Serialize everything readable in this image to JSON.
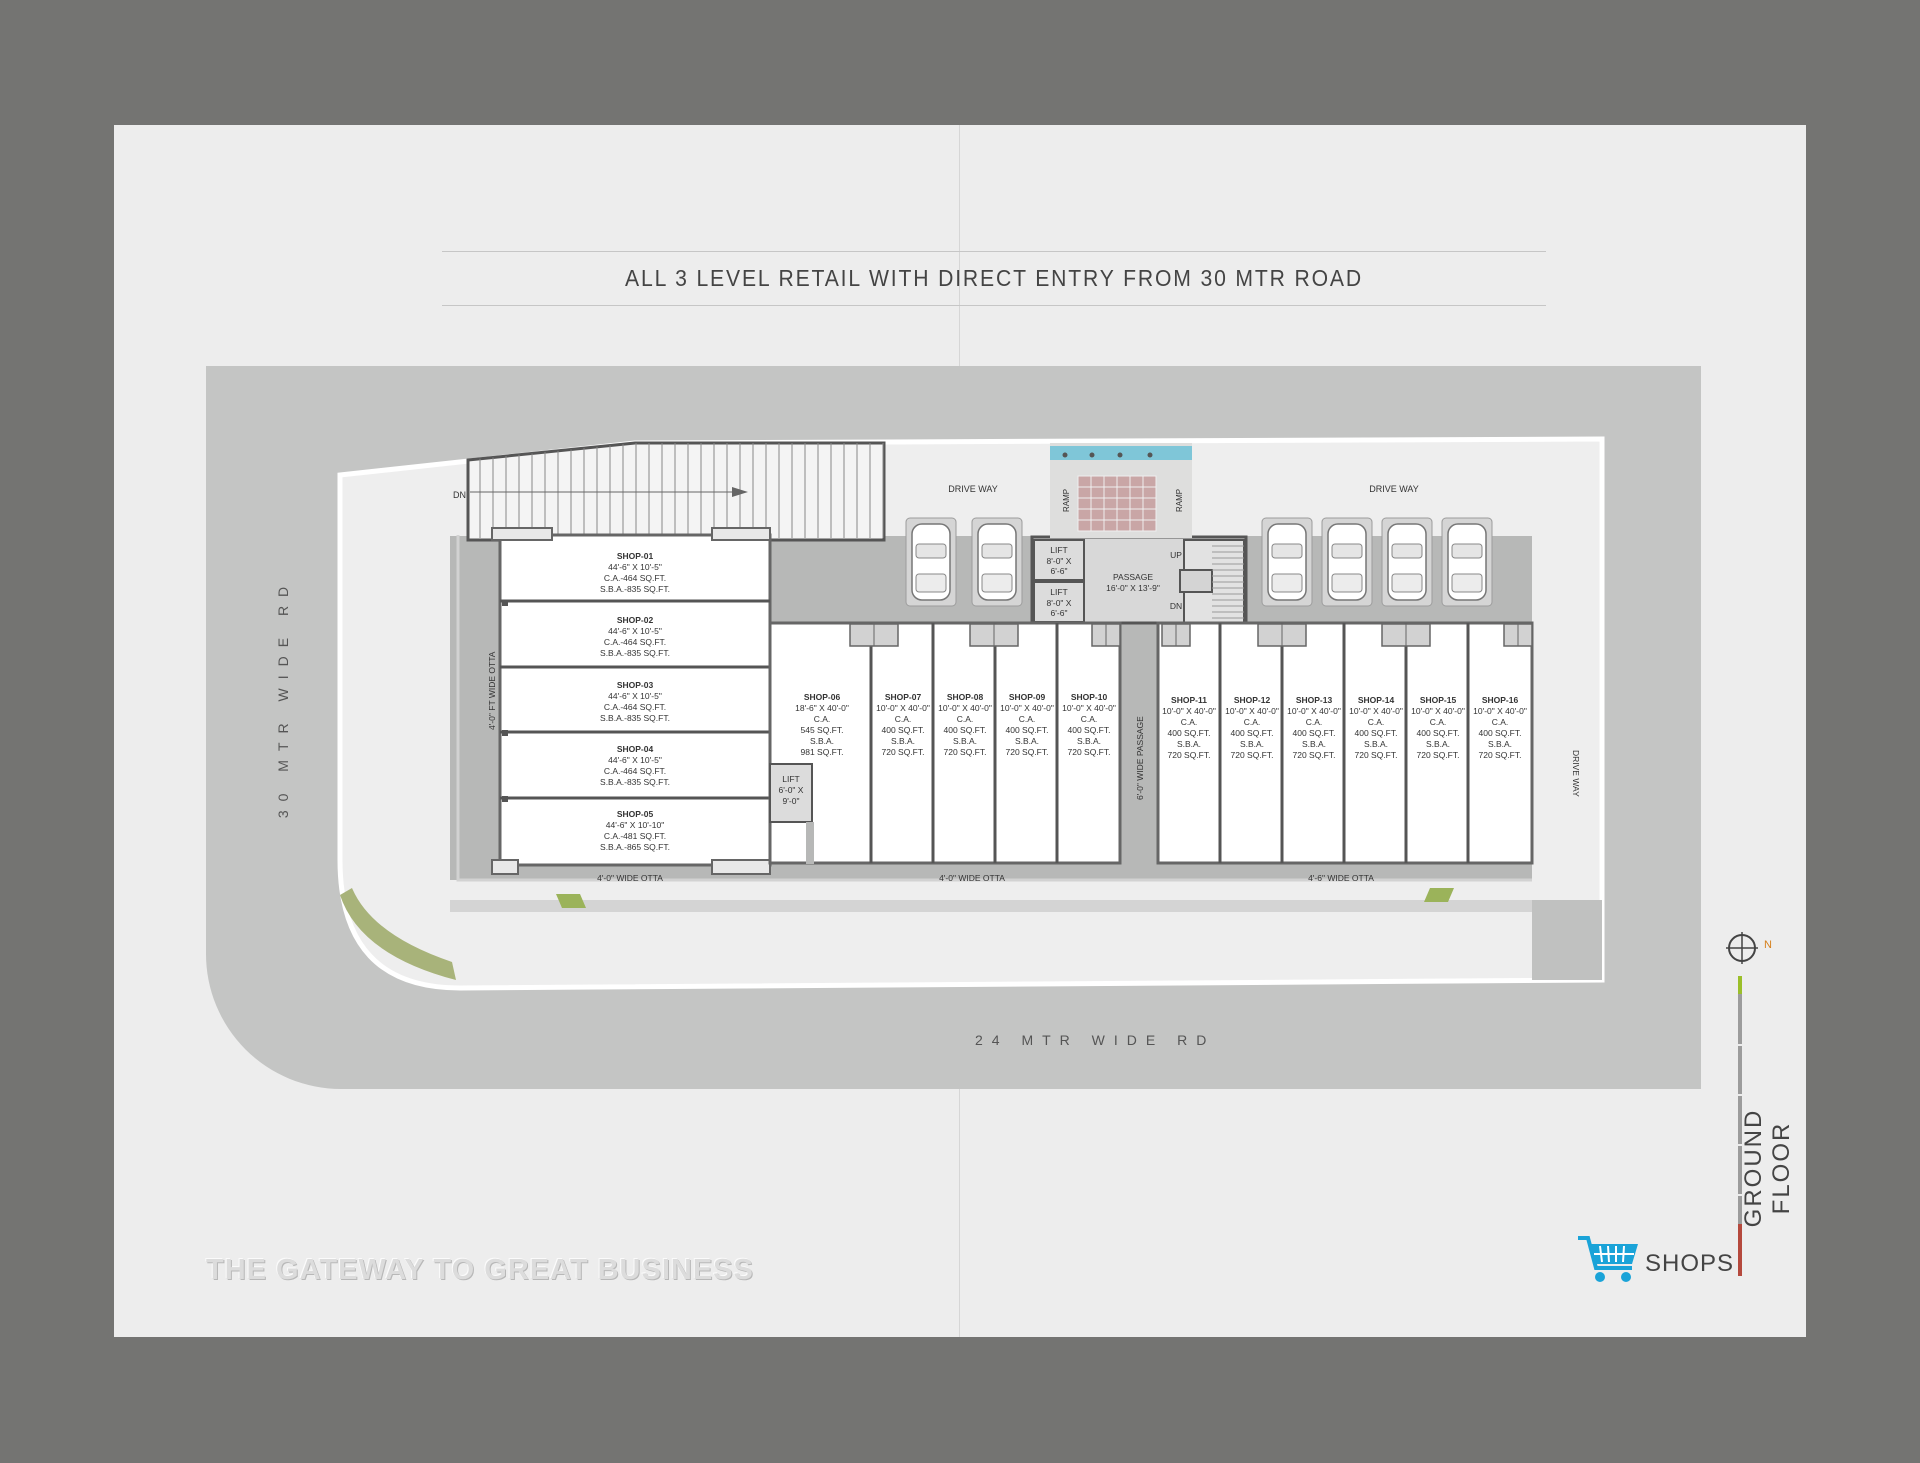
{
  "headline": "ALL 3 LEVEL RETAIL WITH DIRECT ENTRY FROM 30 MTR ROAD",
  "roads": {
    "left": "30 MTR WIDE RD",
    "bottom": "24 MTR WIDE RD"
  },
  "tagline": "THE GATEWAY TO GREAT BUSINESS",
  "legend": {
    "shops": "SHOPS",
    "floor": "GROUND FLOOR",
    "north": "N"
  },
  "labels": {
    "driveway": "DRIVE WAY",
    "ramp": "RAMP",
    "dn": "DN",
    "up": "UP",
    "otta_side": "4'-0\" FT WIDE OTTA",
    "otta": "4'-0\" WIDE OTTA",
    "otta2": "4'-6\" WIDE OTTA",
    "passage_vertical": "6'-0\" WIDE PASSAGE",
    "passage": "PASSAGE",
    "passage_dim": "16'-0\" X 13'-9\""
  },
  "lifts": [
    {
      "label": "LIFT",
      "dim1": "8'-0\" X",
      "dim2": "6'-6\""
    },
    {
      "label": "LIFT",
      "dim1": "8'-0\" X",
      "dim2": "6'-6\""
    },
    {
      "label": "LIFT",
      "dim1": "6'-0\" X",
      "dim2": "9'-0\""
    }
  ],
  "shops_left": [
    {
      "name": "SHOP-01",
      "dim": "44'-6\" X 10'-5\"",
      "ca": "C.A.-464 SQ.FT.",
      "sba": "S.B.A.-835 SQ.FT."
    },
    {
      "name": "SHOP-02",
      "dim": "44'-6\" X 10'-5\"",
      "ca": "C.A.-464 SQ.FT.",
      "sba": "S.B.A.-835 SQ.FT."
    },
    {
      "name": "SHOP-03",
      "dim": "44'-6\" X 10'-5\"",
      "ca": "C.A.-464 SQ.FT.",
      "sba": "S.B.A.-835 SQ.FT."
    },
    {
      "name": "SHOP-04",
      "dim": "44'-6\" X 10'-5\"",
      "ca": "C.A.-464 SQ.FT.",
      "sba": "S.B.A.-835 SQ.FT."
    },
    {
      "name": "SHOP-05",
      "dim": "44'-6\" X 10'-10\"",
      "ca": "C.A.-481 SQ.FT.",
      "sba": "S.B.A.-865 SQ.FT."
    }
  ],
  "shops_front": [
    {
      "name": "SHOP-06",
      "dim": "18'-6\" X 40'-0\"",
      "ca_label": "C.A.",
      "ca": "545 SQ.FT.",
      "sba_label": "S.B.A.",
      "sba": "981 SQ.FT."
    },
    {
      "name": "SHOP-07",
      "dim": "10'-0\" X 40'-0\"",
      "ca_label": "C.A.",
      "ca": "400 SQ.FT.",
      "sba_label": "S.B.A.",
      "sba": "720 SQ.FT."
    },
    {
      "name": "SHOP-08",
      "dim": "10'-0\" X 40'-0\"",
      "ca_label": "C.A.",
      "ca": "400 SQ.FT.",
      "sba_label": "S.B.A.",
      "sba": "720 SQ.FT."
    },
    {
      "name": "SHOP-09",
      "dim": "10'-0\" X 40'-0\"",
      "ca_label": "C.A.",
      "ca": "400 SQ.FT.",
      "sba_label": "S.B.A.",
      "sba": "720 SQ.FT."
    },
    {
      "name": "SHOP-10",
      "dim": "10'-0\" X 40'-0\"",
      "ca_label": "C.A.",
      "ca": "400 SQ.FT.",
      "sba_label": "S.B.A.",
      "sba": "720 SQ.FT."
    },
    {
      "name": "SHOP-11",
      "dim": "10'-0\" X 40'-0\"",
      "ca_label": "C.A.",
      "ca": "400 SQ.FT.",
      "sba_label": "S.B.A.",
      "sba": "720 SQ.FT."
    },
    {
      "name": "SHOP-12",
      "dim": "10'-0\" X 40'-0\"",
      "ca_label": "C.A.",
      "ca": "400 SQ.FT.",
      "sba_label": "S.B.A.",
      "sba": "720 SQ.FT."
    },
    {
      "name": "SHOP-13",
      "dim": "10'-0\" X 40'-0\"",
      "ca_label": "C.A.",
      "ca": "400 SQ.FT.",
      "sba_label": "S.B.A.",
      "sba": "720 SQ.FT."
    },
    {
      "name": "SHOP-14",
      "dim": "10'-0\" X 40'-0\"",
      "ca_label": "C.A.",
      "ca": "400 SQ.FT.",
      "sba_label": "S.B.A.",
      "sba": "720 SQ.FT."
    },
    {
      "name": "SHOP-15",
      "dim": "10'-0\" X 40'-0\"",
      "ca_label": "C.A.",
      "ca": "400 SQ.FT.",
      "sba_label": "S.B.A.",
      "sba": "720 SQ.FT."
    },
    {
      "name": "SHOP-16",
      "dim": "10'-0\" X 40'-0\"",
      "ca_label": "C.A.",
      "ca": "400 SQ.FT.",
      "sba_label": "S.B.A.",
      "sba": "720 SQ.FT."
    }
  ],
  "colors": {
    "accent": "#1aa3d8",
    "scale_green": "#9bbf2a",
    "scale_red": "#b5493d",
    "north": "#d67f1a"
  }
}
